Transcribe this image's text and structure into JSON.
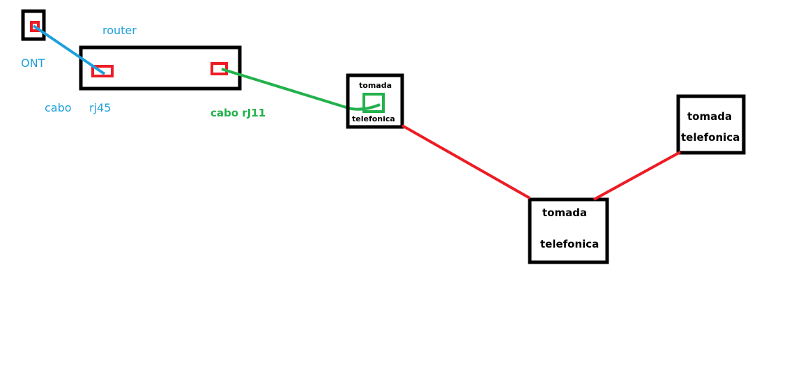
{
  "labels": {
    "router": "router",
    "ont": "ONT",
    "cabo": "cabo",
    "rj45": "rj45",
    "cabo_rj11": "cabo rJ11"
  },
  "sockets": [
    {
      "line1": "tomada",
      "line2": "telefonica"
    },
    {
      "line1": "tomada",
      "line2": "telefonica"
    },
    {
      "line1": "tomada",
      "line2": "telefonica"
    }
  ],
  "colors": {
    "box": "#000000",
    "port": "#ed1c24",
    "ethernet": "#1ea0dc",
    "rj11": "#22b14c",
    "phone_line": "#ed1c24"
  }
}
